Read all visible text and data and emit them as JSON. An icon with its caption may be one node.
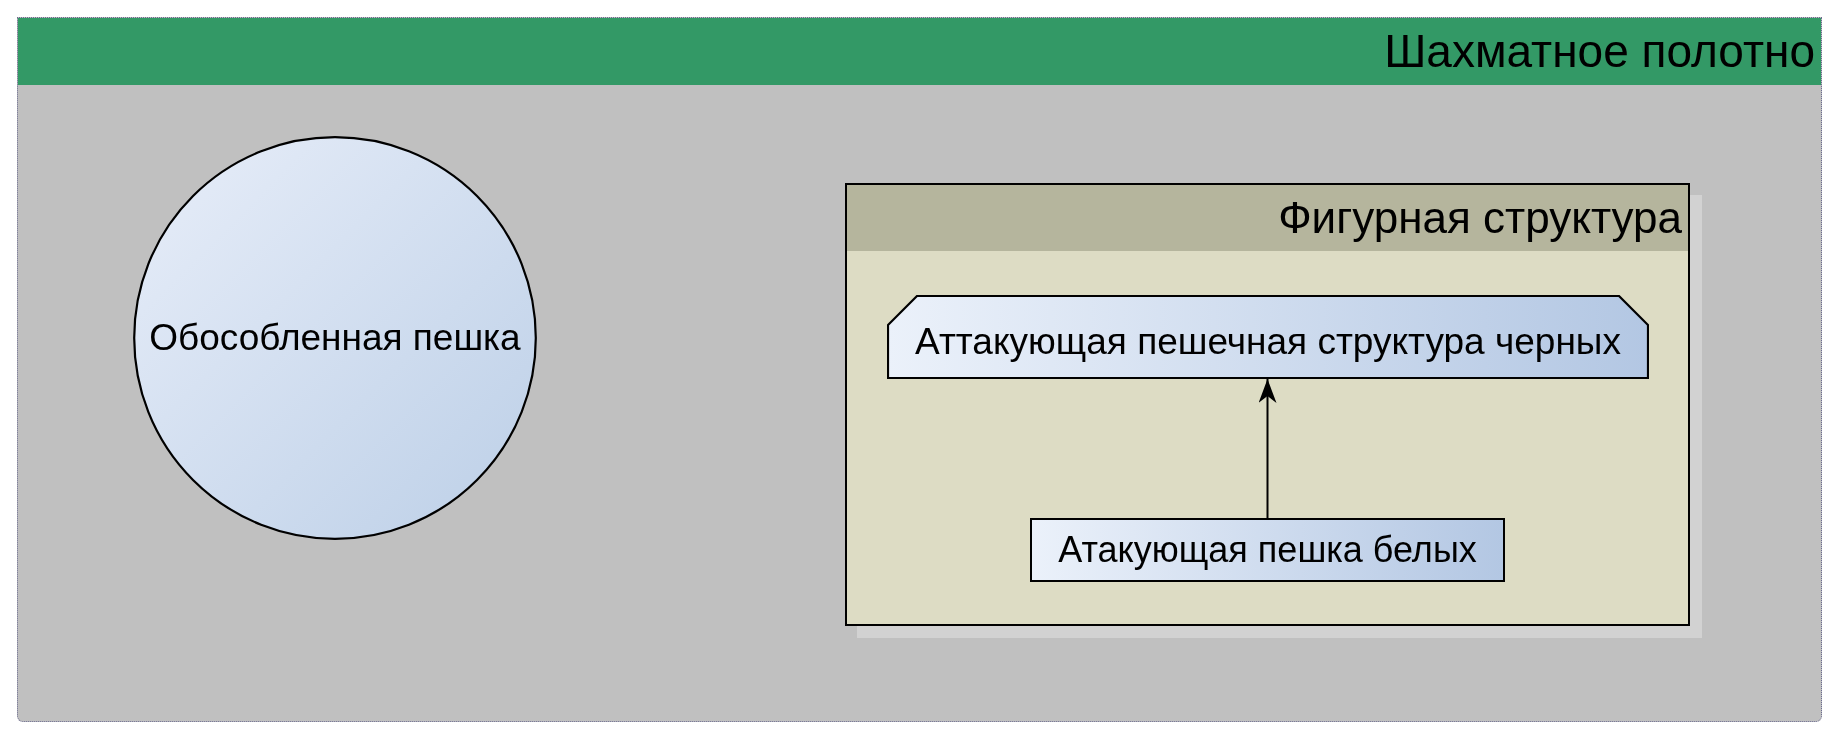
{
  "diagram": {
    "nodes": [
      {
        "text": [
          "Шахматное полотно"
        ]
      },
      {
        "text": [
          "Обособленная пешка"
        ],
        "in": 0
      },
      {
        "text": [
          "Фигурная структура"
        ],
        "in": 0
      },
      {
        "text": [
          "Аттакующая пешечная структура черных"
        ],
        "in": 2
      },
      {
        "text": [
          "Атакующая пешка белых"
        ],
        "in": 2
      }
    ],
    "edges": [
      {
        "from": 4,
        "to": 3,
        "arrow": "to"
      }
    ]
  }
}
